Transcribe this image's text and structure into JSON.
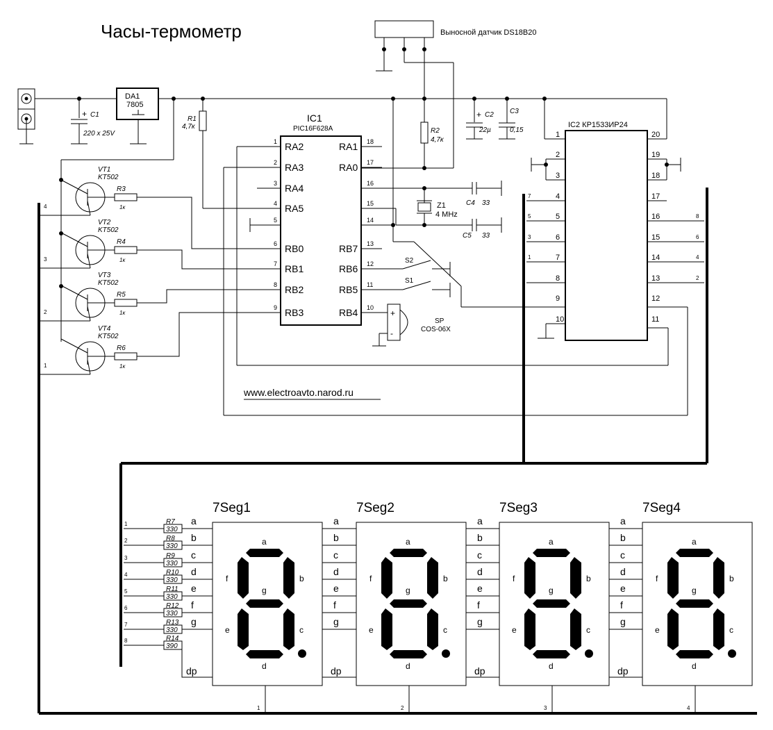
{
  "title": "Часы-термометр",
  "sensor_label": "Выносной датчик DS18B20",
  "website": "www.electroavto.narod.ru",
  "da1": {
    "ref": "DA1",
    "value": "7805"
  },
  "c1": {
    "ref": "C1",
    "value": "220 x 25V",
    "plus": "+"
  },
  "c2": {
    "ref": "C2",
    "value": "22µ",
    "plus": "+"
  },
  "c3": {
    "ref": "C3",
    "value": "0,15"
  },
  "c4": {
    "ref": "C4",
    "value": "33"
  },
  "c5": {
    "ref": "C5",
    "value": "33"
  },
  "r1": {
    "ref": "R1",
    "value": "4,7к"
  },
  "r2": {
    "ref": "R2",
    "value": "4,7к"
  },
  "z1": {
    "ref": "Z1",
    "value": "4 MHz"
  },
  "sp": {
    "ref": "SP",
    "value": "COS-06X",
    "plus": "+",
    "minus": "-"
  },
  "s1": "S1",
  "s2": "S2",
  "ic1": {
    "ref": "IC1",
    "part": "PIC16F628A",
    "left_pins": [
      {
        "num": "1",
        "name": "RA2"
      },
      {
        "num": "2",
        "name": "RA3"
      },
      {
        "num": "3",
        "name": "RA4"
      },
      {
        "num": "4",
        "name": "RA5"
      },
      {
        "num": "5",
        "name": ""
      },
      {
        "num": "6",
        "name": "RB0"
      },
      {
        "num": "7",
        "name": "RB1"
      },
      {
        "num": "8",
        "name": "RB2"
      },
      {
        "num": "9",
        "name": "RB3"
      }
    ],
    "right_pins": [
      {
        "num": "18",
        "name": "RA1"
      },
      {
        "num": "17",
        "name": "RA0"
      },
      {
        "num": "16",
        "name": ""
      },
      {
        "num": "15",
        "name": ""
      },
      {
        "num": "14",
        "name": ""
      },
      {
        "num": "13",
        "name": "RB7"
      },
      {
        "num": "12",
        "name": "RB6"
      },
      {
        "num": "11",
        "name": "RB5"
      },
      {
        "num": "10",
        "name": "RB4"
      }
    ]
  },
  "ic2": {
    "label": "IC2 КР1533ИР24",
    "left_pins": [
      "1",
      "2",
      "3",
      "4",
      "5",
      "6",
      "7",
      "8",
      "9",
      "10"
    ],
    "right_pins": [
      "20",
      "19",
      "18",
      "17",
      "16",
      "15",
      "14",
      "13",
      "12",
      "11"
    ],
    "left_bus": [
      "7",
      "5",
      "3",
      "1"
    ],
    "right_bus": [
      "8",
      "6",
      "4",
      "2"
    ]
  },
  "transistors": [
    {
      "ref": "VT1",
      "type": "KT502",
      "resistor": "R3",
      "r_value": "1к",
      "bus": "4"
    },
    {
      "ref": "VT2",
      "type": "KT502",
      "resistor": "R4",
      "r_value": "1к",
      "bus": "3"
    },
    {
      "ref": "VT3",
      "type": "KT502",
      "resistor": "R5",
      "r_value": "1к",
      "bus": "2"
    },
    {
      "ref": "VT4",
      "type": "KT502",
      "resistor": "R6",
      "r_value": "1к",
      "bus": "1"
    }
  ],
  "segment_resistors": [
    {
      "bus": "1",
      "ref": "R7",
      "value": "330",
      "seg": "a"
    },
    {
      "bus": "2",
      "ref": "R8",
      "value": "330",
      "seg": "b"
    },
    {
      "bus": "3",
      "ref": "R9",
      "value": "330",
      "seg": "c"
    },
    {
      "bus": "4",
      "ref": "R10",
      "value": "330",
      "seg": "d"
    },
    {
      "bus": "5",
      "ref": "R11",
      "value": "330",
      "seg": "e"
    },
    {
      "bus": "6",
      "ref": "R12",
      "value": "330",
      "seg": "f"
    },
    {
      "bus": "7",
      "ref": "R13",
      "value": "330",
      "seg": "g"
    },
    {
      "bus": "8",
      "ref": "R14",
      "value": "390",
      "seg": "dp"
    }
  ],
  "displays": [
    {
      "name": "7Seg1",
      "common": "1"
    },
    {
      "name": "7Seg2",
      "common": "2"
    },
    {
      "name": "7Seg3",
      "common": "3"
    },
    {
      "name": "7Seg4",
      "common": "4"
    }
  ],
  "segment_inputs": [
    "a",
    "b",
    "c",
    "d",
    "e",
    "f",
    "g"
  ],
  "dp_label": "dp",
  "segment_names": {
    "a": "a",
    "b": "b",
    "c": "c",
    "d": "d",
    "e": "e",
    "f": "f",
    "g": "g"
  }
}
